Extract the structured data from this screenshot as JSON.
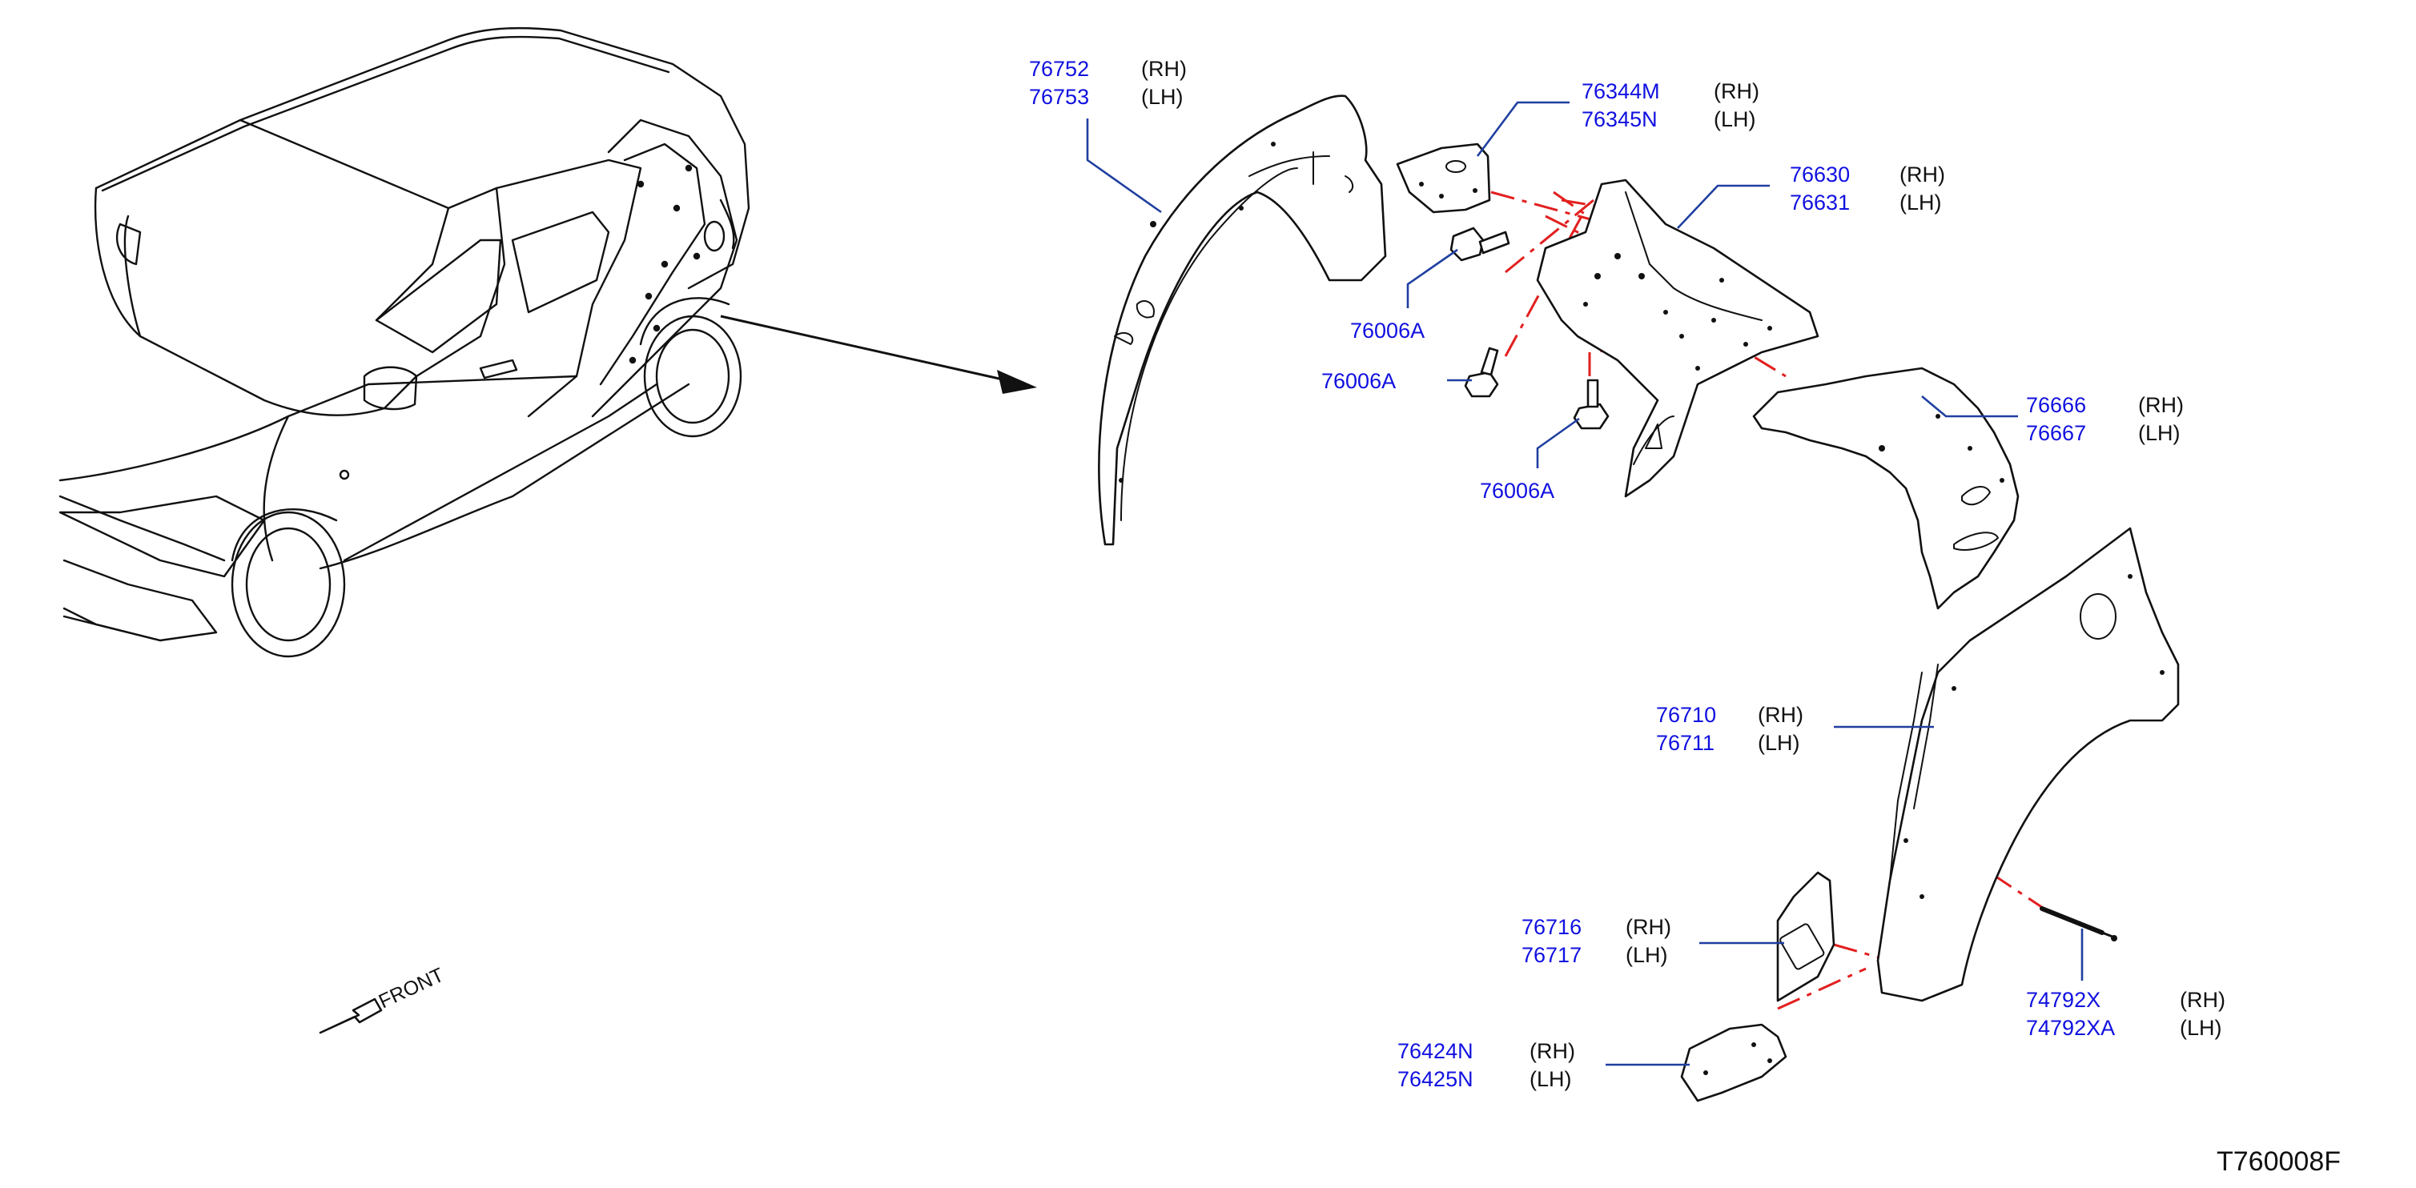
{
  "colors": {
    "part_number": "#1010e0",
    "side_label": "#111111",
    "leader_line": "#1f3fa0",
    "assembly_line": "#e21f1f",
    "line_art": "#111111",
    "background": "#ffffff"
  },
  "callouts": [
    {
      "id": "wheelhouse-liner",
      "rh": "76752",
      "lh": "76753",
      "rh_label": "(RH)",
      "lh_label": "(LH)"
    },
    {
      "id": "upper-bracket",
      "rh": "76344M",
      "lh": "76345N",
      "rh_label": "(RH)",
      "lh_label": "(LH)"
    },
    {
      "id": "inner-panel",
      "rh": "76630",
      "lh": "76631",
      "rh_label": "(RH)",
      "lh_label": "(LH)"
    },
    {
      "id": "outer-wheelhouse",
      "rh": "76666",
      "lh": "76667",
      "rh_label": "(RH)",
      "lh_label": "(LH)"
    },
    {
      "id": "outer-fender-panel",
      "rh": "76710",
      "lh": "76711",
      "rh_label": "(RH)",
      "lh_label": "(LH)"
    },
    {
      "id": "reinforcement",
      "rh": "76716",
      "lh": "76717",
      "rh_label": "(RH)",
      "lh_label": "(LH)"
    },
    {
      "id": "lower-extension",
      "rh": "76424N",
      "lh": "76425N",
      "rh_label": "(RH)",
      "lh_label": "(LH)"
    },
    {
      "id": "weatherstrip",
      "rh": "74792X",
      "lh": "74792XA",
      "rh_label": "(RH)",
      "lh_label": "(LH)"
    }
  ],
  "bolts": [
    "76006A",
    "76006A",
    "76006A"
  ],
  "front_label": "FRONT",
  "diagram_code": "T760008F",
  "icons": {
    "front_arrow": "hollow-arrow-icon",
    "bolt": "bolt-icon"
  }
}
